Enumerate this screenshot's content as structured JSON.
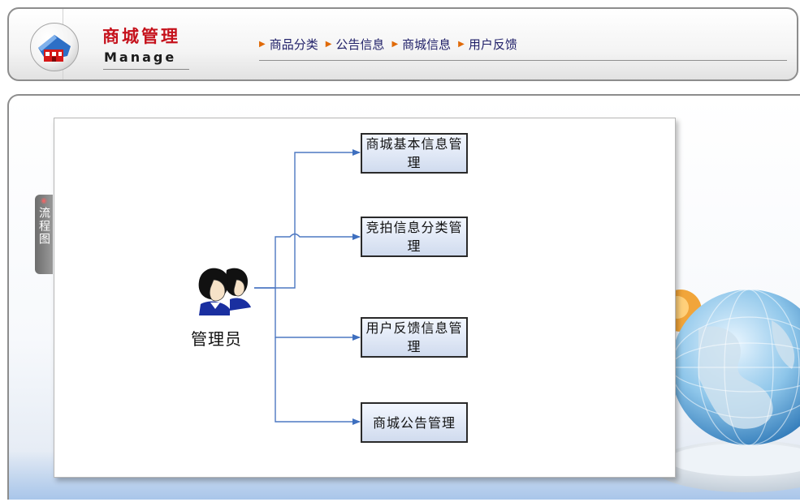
{
  "brand": {
    "title_cn": "商城管理",
    "title_en": "Manage"
  },
  "nav": [
    {
      "label": "商品分类"
    },
    {
      "label": "公告信息"
    },
    {
      "label": "商城信息"
    },
    {
      "label": "用户反馈"
    }
  ],
  "side_tab": {
    "label": "流程图"
  },
  "diagram": {
    "actor": "管理员",
    "nodes": [
      {
        "label": "商城基本信息管理"
      },
      {
        "label": "竞拍信息分类管理"
      },
      {
        "label": "用户反馈信息管理"
      },
      {
        "label": "商城公告管理"
      }
    ]
  },
  "colors": {
    "brand_red": "#c5111b",
    "nav_text": "#1f1f68",
    "nav_arrow": "#e06a08",
    "connector": "#4d78c2",
    "node_fill": "#d0dbee"
  },
  "icons": {
    "logo": "shop-house-icon",
    "actor": "users-icon",
    "nav_arrow": "arrow-right-icon",
    "decoration": "globe-icon"
  }
}
